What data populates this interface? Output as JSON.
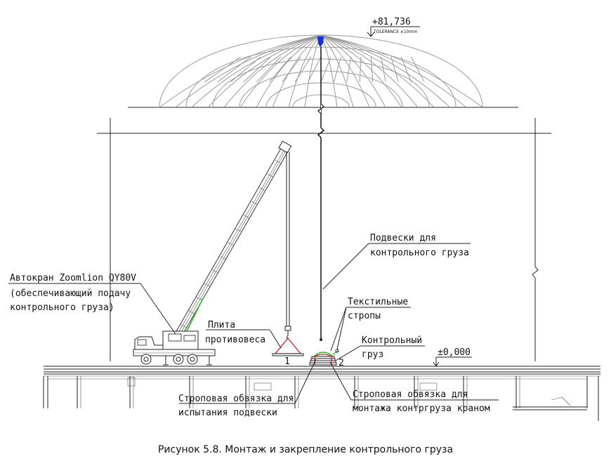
{
  "elevation_top": "+81,736",
  "tolerance": "TOLERANCE ±10mm",
  "elevation_zero": "±0,000",
  "labels": {
    "crane_line1": "Автокран Zoomlion QY80V",
    "crane_line2": "(обеспечивающий подачу",
    "crane_line3": "контрольного груза)",
    "plate_line1": "Плита",
    "plate_line2": "противовеса",
    "hangers_line1": "Подвески для",
    "hangers_line2": "контрольного груза",
    "textile_line1": "Текстильные",
    "textile_line2": "стропы",
    "control_line1": "Контрольный",
    "control_line2": "груз",
    "sling_test_line1": "Строповая обвязка для",
    "sling_test_line2": "испытания подвески",
    "sling_mount_line1": "Строповая обвязка для",
    "sling_mount_line2": "монтажа контргруза краном",
    "num1": "1",
    "num2": "2"
  },
  "caption": "Рисунок 5.8. Монтаж и закрепление контрольного груза",
  "colors": {
    "marker": "#1a2fd6",
    "green": "#2fb52f",
    "red": "#d42020"
  }
}
